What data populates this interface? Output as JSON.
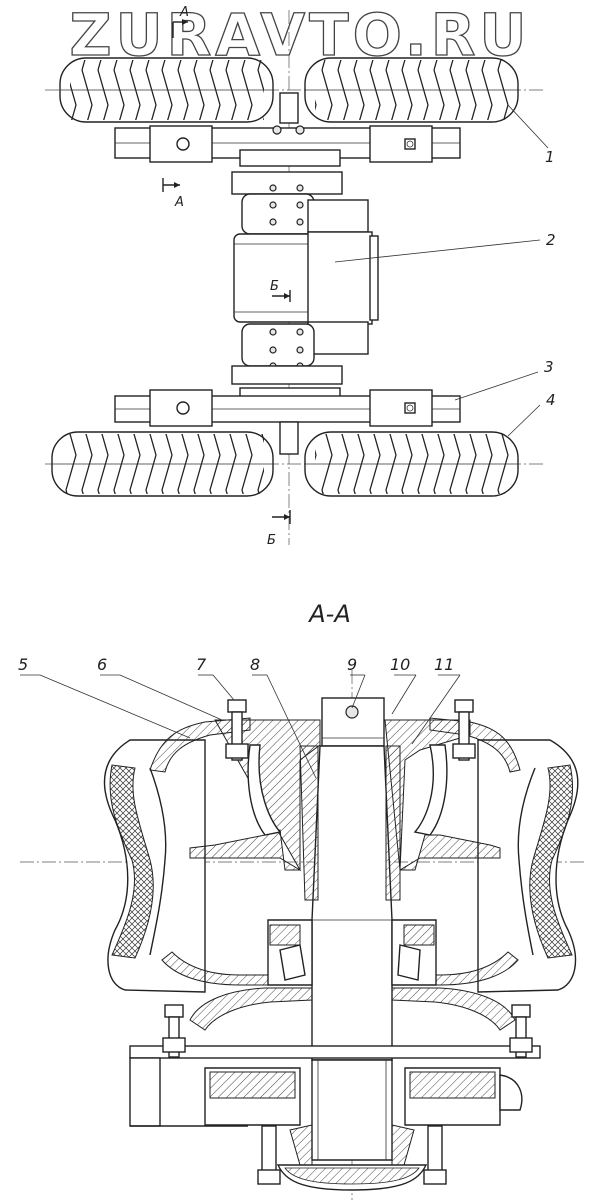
{
  "watermark": "ZURAVTO.RU",
  "top_view": {
    "section_marks": {
      "a_top": "А",
      "a_left": "А",
      "b_mid": "Б",
      "b_bottom": "Б"
    },
    "callouts": [
      "1",
      "2",
      "3",
      "4"
    ]
  },
  "section_view": {
    "title": "А-А",
    "callouts": [
      "5",
      "6",
      "7",
      "8",
      "9",
      "10",
      "11"
    ]
  }
}
